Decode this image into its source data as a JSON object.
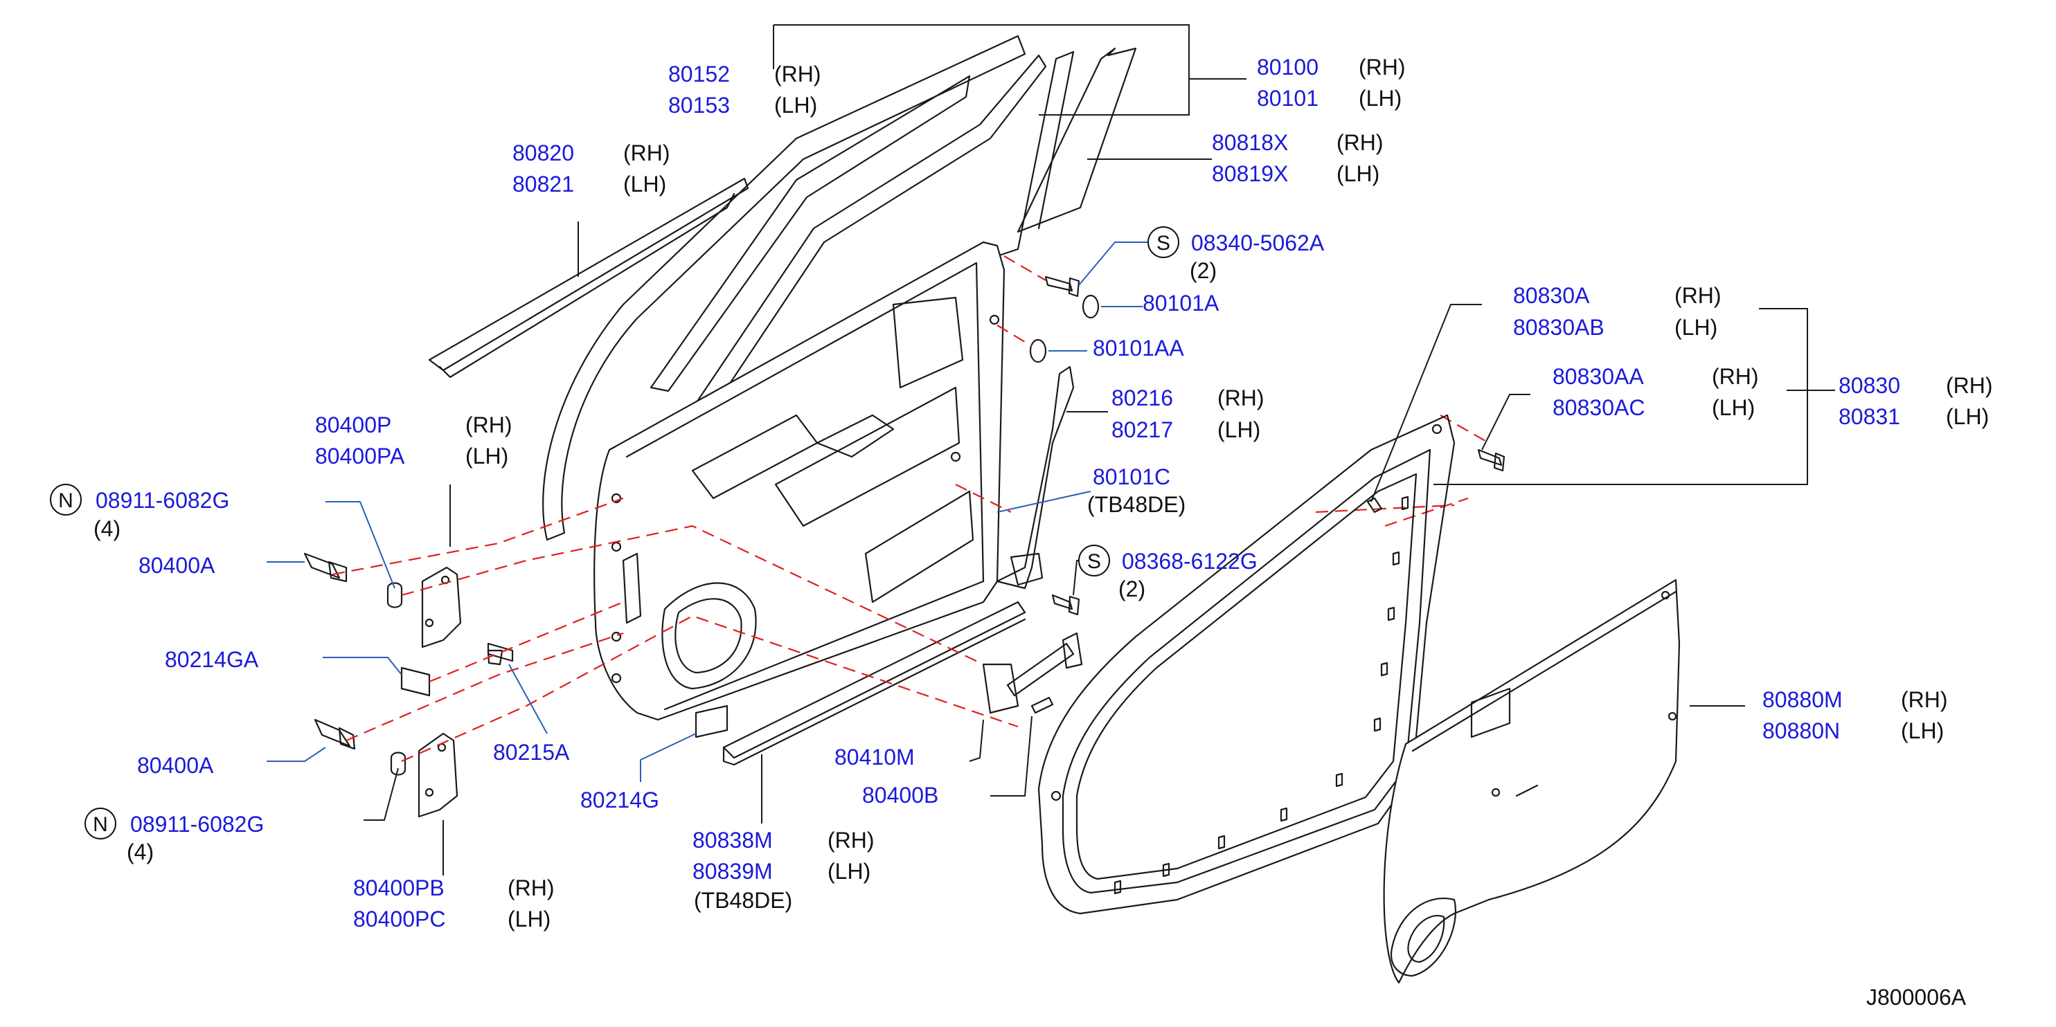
{
  "drawing_id": "J800006A",
  "callouts": [
    {
      "id": "c80152",
      "part": "80152",
      "side": "(RH)"
    },
    {
      "id": "c80153",
      "part": "80153",
      "side": "(LH)"
    },
    {
      "id": "c80100",
      "part": "80100",
      "side": "(RH)"
    },
    {
      "id": "c80101",
      "part": "80101",
      "side": "(LH)"
    },
    {
      "id": "c80820",
      "part": "80820",
      "side": "(RH)"
    },
    {
      "id": "c80821",
      "part": "80821",
      "side": "(LH)"
    },
    {
      "id": "c80818x",
      "part": "80818X",
      "side": "(RH)"
    },
    {
      "id": "c80819x",
      "part": "80819X",
      "side": "(LH)"
    },
    {
      "id": "c08340",
      "part": "08340-5062A",
      "side": "(2)",
      "badge": "S"
    },
    {
      "id": "c80101a",
      "part": "80101A",
      "side": ""
    },
    {
      "id": "c80101aa",
      "part": "80101AA",
      "side": ""
    },
    {
      "id": "c80830a",
      "part": "80830A",
      "side": "(RH)"
    },
    {
      "id": "c80830ab",
      "part": "80830AB",
      "side": "(LH)"
    },
    {
      "id": "c80830aa",
      "part": "80830AA",
      "side": "(RH)"
    },
    {
      "id": "c80830ac",
      "part": "80830AC",
      "side": "(LH)"
    },
    {
      "id": "c80830",
      "part": "80830",
      "side": "(RH)"
    },
    {
      "id": "c80831",
      "part": "80831",
      "side": "(LH)"
    },
    {
      "id": "c80216",
      "part": "80216",
      "side": "(RH)"
    },
    {
      "id": "c80217",
      "part": "80217",
      "side": "(LH)"
    },
    {
      "id": "c80101c",
      "part": "80101C",
      "side": "(TB48DE)"
    },
    {
      "id": "c08368",
      "part": "08368-6122G",
      "side": "(2)",
      "badge": "S"
    },
    {
      "id": "c80400p",
      "part": "80400P",
      "side": "(RH)"
    },
    {
      "id": "c80400pa",
      "part": "80400PA",
      "side": "(LH)"
    },
    {
      "id": "c08911a",
      "part": "08911-6082G",
      "side": "(4)",
      "badge": "N"
    },
    {
      "id": "c80400a1",
      "part": "80400A",
      "side": ""
    },
    {
      "id": "c80214ga",
      "part": "80214GA",
      "side": ""
    },
    {
      "id": "c80400a2",
      "part": "80400A",
      "side": ""
    },
    {
      "id": "c08911b",
      "part": "08911-6082G",
      "side": "(4)",
      "badge": "N"
    },
    {
      "id": "c80400pb",
      "part": "80400PB",
      "side": "(RH)"
    },
    {
      "id": "c80400pc",
      "part": "80400PC",
      "side": "(LH)"
    },
    {
      "id": "c80215a",
      "part": "80215A",
      "side": ""
    },
    {
      "id": "c80214g",
      "part": "80214G",
      "side": ""
    },
    {
      "id": "c80838m",
      "part": "80838M",
      "side": "(RH)"
    },
    {
      "id": "c80839m",
      "part": "80839M",
      "side": "(LH)"
    },
    {
      "id": "c80839mnote",
      "part": "",
      "side": "(TB48DE)"
    },
    {
      "id": "c80410m",
      "part": "80410M",
      "side": ""
    },
    {
      "id": "c80400b",
      "part": "80400B",
      "side": ""
    },
    {
      "id": "c80880m",
      "part": "80880M",
      "side": "(RH)"
    },
    {
      "id": "c80880n",
      "part": "80880N",
      "side": "(LH)"
    }
  ]
}
